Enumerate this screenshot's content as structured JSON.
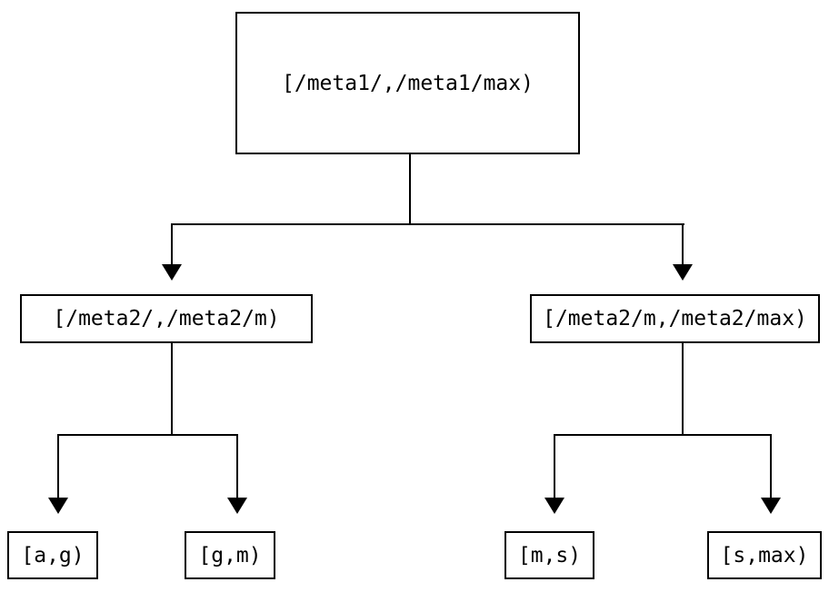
{
  "colors": {
    "background": "#ffffff",
    "line": "#000000",
    "text": "#000000",
    "node_fill": "#ffffff"
  },
  "diagram": {
    "type": "binary-interval-tree",
    "nodes": {
      "root": {
        "label": "[/meta1/,/meta1/max)"
      },
      "left": {
        "label": "[/meta2/,/meta2/m)"
      },
      "right": {
        "label": "[/meta2/m,/meta2/max)"
      },
      "leaf_ag": {
        "label": "[a,g)"
      },
      "leaf_gm": {
        "label": "[g,m)"
      },
      "leaf_ms": {
        "label": "[m,s)"
      },
      "leaf_smax": {
        "label": "[s,max)"
      }
    },
    "edges": [
      {
        "from": "root",
        "to": "left"
      },
      {
        "from": "root",
        "to": "right"
      },
      {
        "from": "left",
        "to": "leaf_ag"
      },
      {
        "from": "left",
        "to": "leaf_gm"
      },
      {
        "from": "right",
        "to": "leaf_ms"
      },
      {
        "from": "right",
        "to": "leaf_smax"
      }
    ]
  }
}
